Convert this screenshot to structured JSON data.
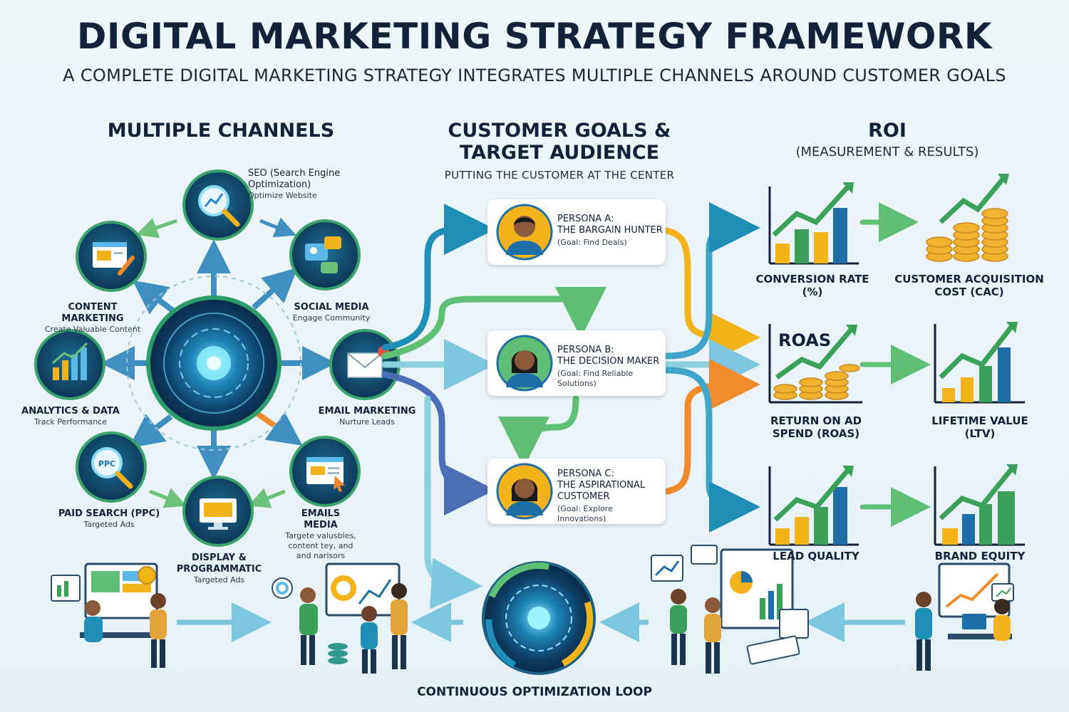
{
  "title": "DIGITAL MARKETING STRATEGY FRAMEWORK",
  "subtitle": "A COMPLETE DIGITAL MARKETING STRATEGY INTEGRATES MULTIPLE CHANNELS AROUND CUSTOMER GOALS",
  "sections": {
    "channels": "MULTIPLE CHANNELS",
    "customer": "CUSTOMER GOALS & TARGET AUDIENCE",
    "customer_tag": "PUTTING THE CUSTOMER AT THE CENTER",
    "roi": "ROI",
    "roi_sub": "(MEASUREMENT & RESULTS)"
  },
  "channels": [
    {
      "id": "seo",
      "title": "SEO (Search Engine Optimization)",
      "sub": "Optimize Website",
      "icon": "magnifier-chart-icon"
    },
    {
      "id": "social",
      "title": "SOCIAL MEDIA",
      "sub": "Engage Community",
      "icon": "chat-bubbles-icon"
    },
    {
      "id": "email",
      "title": "EMAIL MARKETING",
      "sub": "Nurture Leads",
      "icon": "envelope-icon"
    },
    {
      "id": "emails-media",
      "title": "EMAILS MEDIA",
      "sub": "Targete valusbles, content tey, and and narisors",
      "icon": "browser-cursor-icon"
    },
    {
      "id": "display",
      "title": "DISPLAY & PROGRAMMATIC",
      "sub": "Targeted Ads",
      "icon": "monitor-icon"
    },
    {
      "id": "ppc",
      "title": "PAID SEARCH (PPC)",
      "sub": "Targeted Ads",
      "icon": "ppc-magnifier-icon"
    },
    {
      "id": "analytics",
      "title": "ANALYTICS & DATA",
      "sub": "Track Performance",
      "icon": "bar-chart-icon"
    },
    {
      "id": "content",
      "title": "CONTENT MARKETING",
      "sub": "Create Valuable Content",
      "icon": "document-pencil-icon"
    }
  ],
  "personas": [
    {
      "label": "PERSONA A:",
      "name": "THE BARGAIN HUNTER",
      "goal": "(Goal: Find Deals)",
      "gender": "male"
    },
    {
      "label": "PERSONA B:",
      "name": "THE DECISION MAKER",
      "goal": "(Goal: Find Reliable Solutions)",
      "gender": "female"
    },
    {
      "label": "PERSONA C:",
      "name": "THE ASPIRATIONAL CUSTOMER",
      "goal": "(Goal: Explore Innovations)",
      "gender": "female"
    }
  ],
  "metrics": [
    {
      "label": "CONVERSION RATE (%)",
      "icon": "growth-bars-icon"
    },
    {
      "label": "CUSTOMER ACQUISITION COST (CAC)",
      "icon": "coin-stacks-icon"
    },
    {
      "label": "RETURN ON AD SPEND (ROAS)",
      "icon": "roas-coins-icon",
      "icon_text": "ROAS"
    },
    {
      "label": "LIFETIME VALUE (LTV)",
      "icon": "growth-bars-icon"
    },
    {
      "label": "LEAD QUALITY",
      "icon": "growth-bars-icon"
    },
    {
      "label": "BRAND EQUITY",
      "icon": "growth-bars-coins-icon"
    }
  ],
  "loop_label": "CONTINUOUS OPTIMIZATION LOOP",
  "colors": {
    "navy": "#13223a",
    "teal": "#1f8fb8",
    "green": "#5fbf74",
    "yellow": "#f3b41b",
    "orange": "#f08a2b",
    "lightblue": "#57b6d8",
    "purple": "#4a6fb5",
    "ring": "#1e5f86",
    "coin": "#f2b230",
    "bar_blue": "#1e6ea8",
    "bar_green": "#3aa05a"
  }
}
